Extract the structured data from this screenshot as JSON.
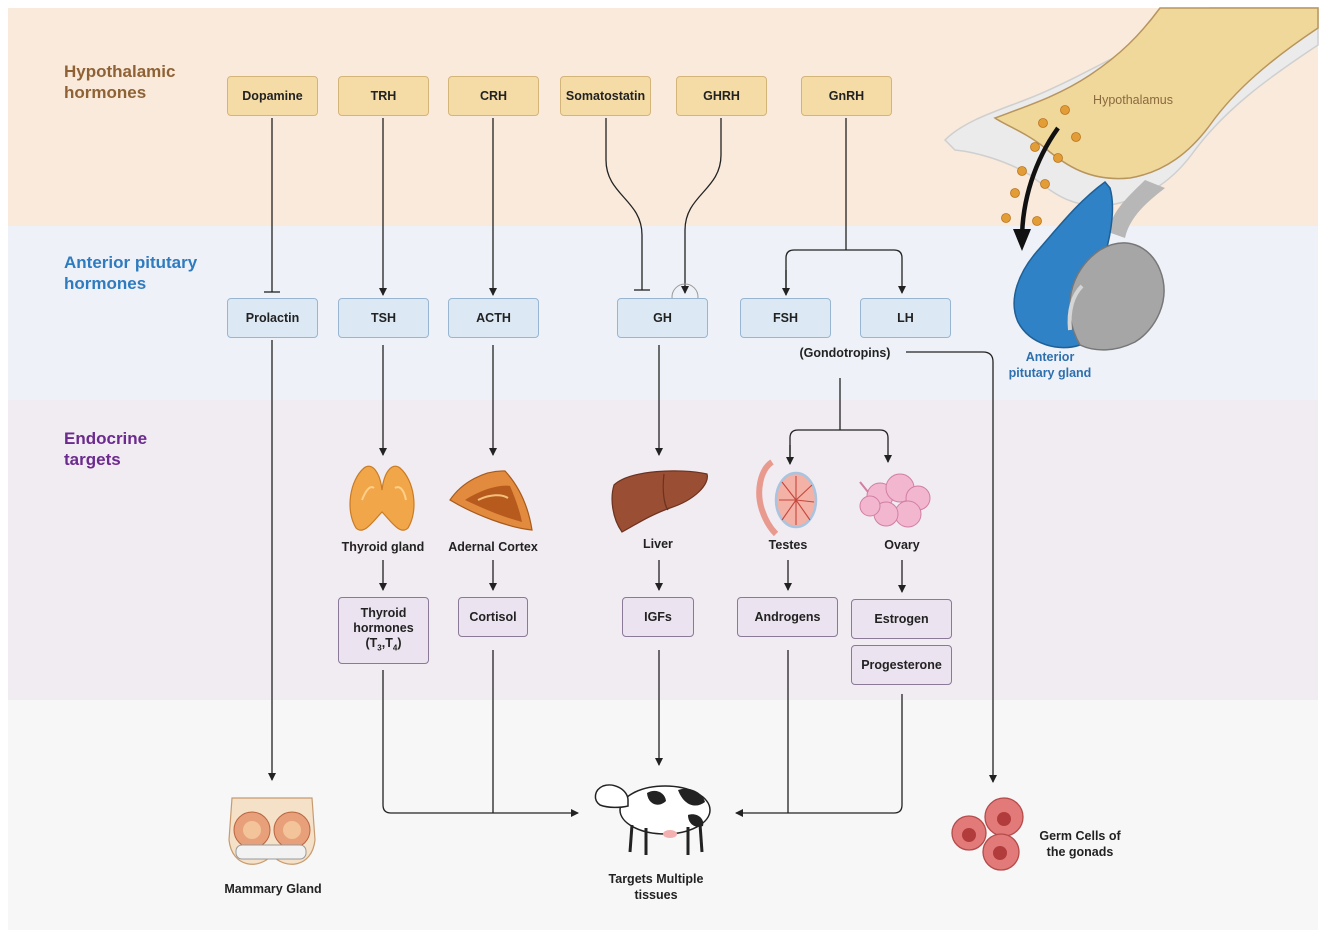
{
  "sections": {
    "hypothalamic": "Hypothalamic\nhormones",
    "anterior": "Anterior pitutary\nhormones",
    "endocrine": "Endocrine\ntargets"
  },
  "hypothalamic_hormones": [
    "Dopamine",
    "TRH",
    "CRH",
    "Somatostatin",
    "GHRH",
    "GnRH"
  ],
  "pituitary_hormones": [
    "Prolactin",
    "TSH",
    "ACTH",
    "GH",
    "FSH",
    "LH"
  ],
  "gonadotropins_label": "(Gondotropins)",
  "glands": {
    "thyroid": "Thyroid gland",
    "adrenal": "Adernal Cortex",
    "liver": "Liver",
    "testes": "Testes",
    "ovary": "Ovary"
  },
  "products": {
    "thyroid_hormones": "Thyroid\nhormones",
    "t3": "T",
    "t3_sub": "3",
    "t4": "T",
    "t4_sub": "4",
    "cortisol": "Cortisol",
    "igfs": "IGFs",
    "androgens": "Androgens",
    "estrogen": "Estrogen",
    "progesterone": "Progesterone"
  },
  "targets": {
    "mammary": "Mammary Gland",
    "multiple": "Targets Multiple\ntissues",
    "germ": "Germ Cells of\nthe gonads"
  },
  "illustration": {
    "hypothalamus": "Hypothalamus",
    "anterior_pituitary": "Anterior\npitutary gland"
  },
  "colors": {
    "hypothalamic_band": "#f9eadb",
    "anterior_band": "#eef2f8",
    "endocrine_band": "#f1ebf2",
    "hypothalamic_label": "#8f6236",
    "anterior_label": "#2e7bbf",
    "endocrine_label": "#6b2a8e"
  }
}
